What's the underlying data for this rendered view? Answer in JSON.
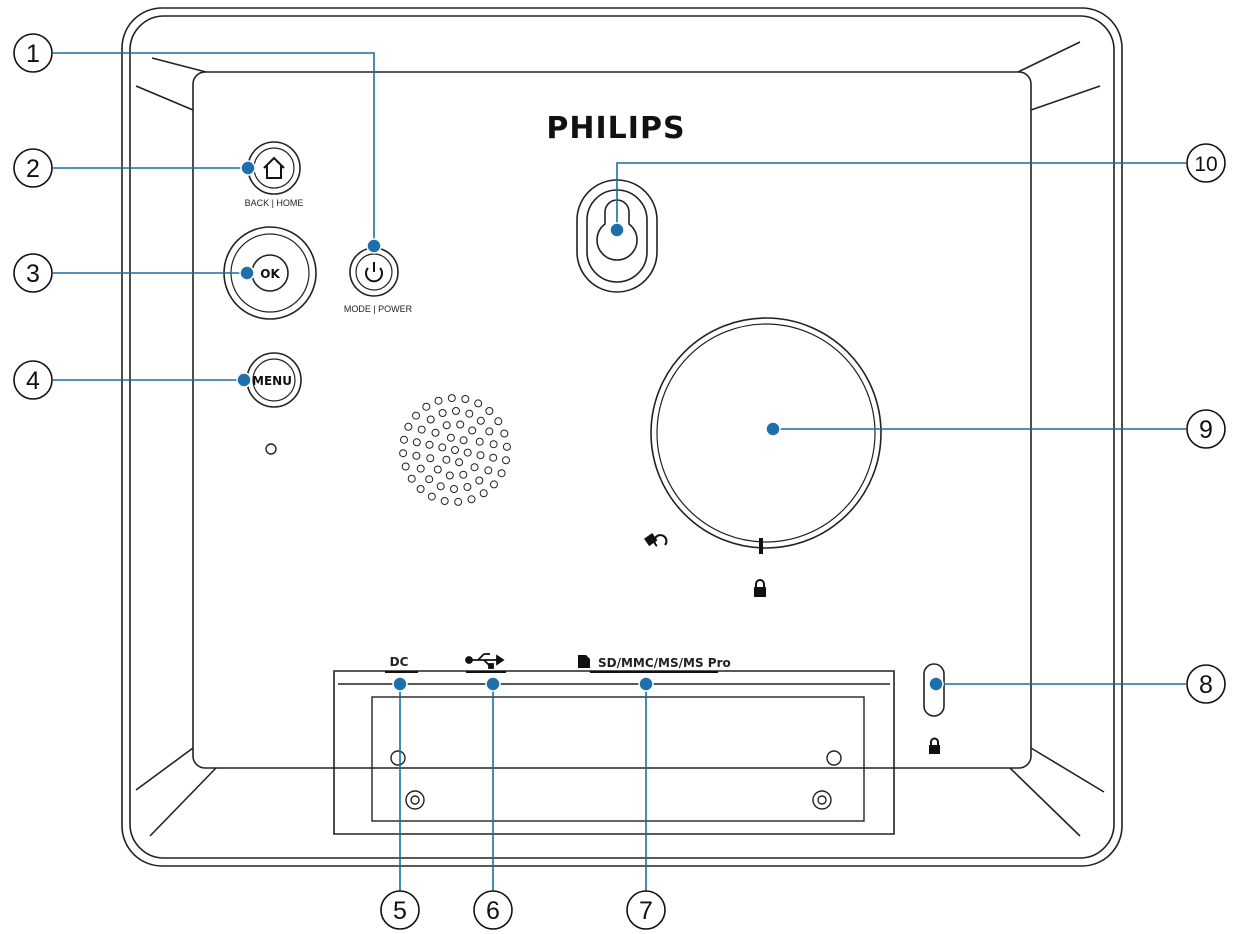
{
  "brand": "PHILIPS",
  "buttons": {
    "ok": "OK",
    "menu": "MENU",
    "back_home": "BACK | HOME",
    "mode_power": "MODE | POWER"
  },
  "ports": {
    "dc": "DC",
    "card": "SD/MMC/MS/MS Pro"
  },
  "icons": {
    "home": "home-icon",
    "power": "power-icon",
    "usb": "usb-icon",
    "sd_card": "sd-card-icon",
    "lock": "lock-icon",
    "unlock": "unlock-icon",
    "speaker": "speaker-grille"
  },
  "callouts": [
    "1",
    "2",
    "3",
    "4",
    "5",
    "6",
    "7",
    "8",
    "9",
    "10"
  ],
  "colors": {
    "leader": "#1a6f9e",
    "dot": "#1f6fad",
    "outline": "#222222"
  }
}
